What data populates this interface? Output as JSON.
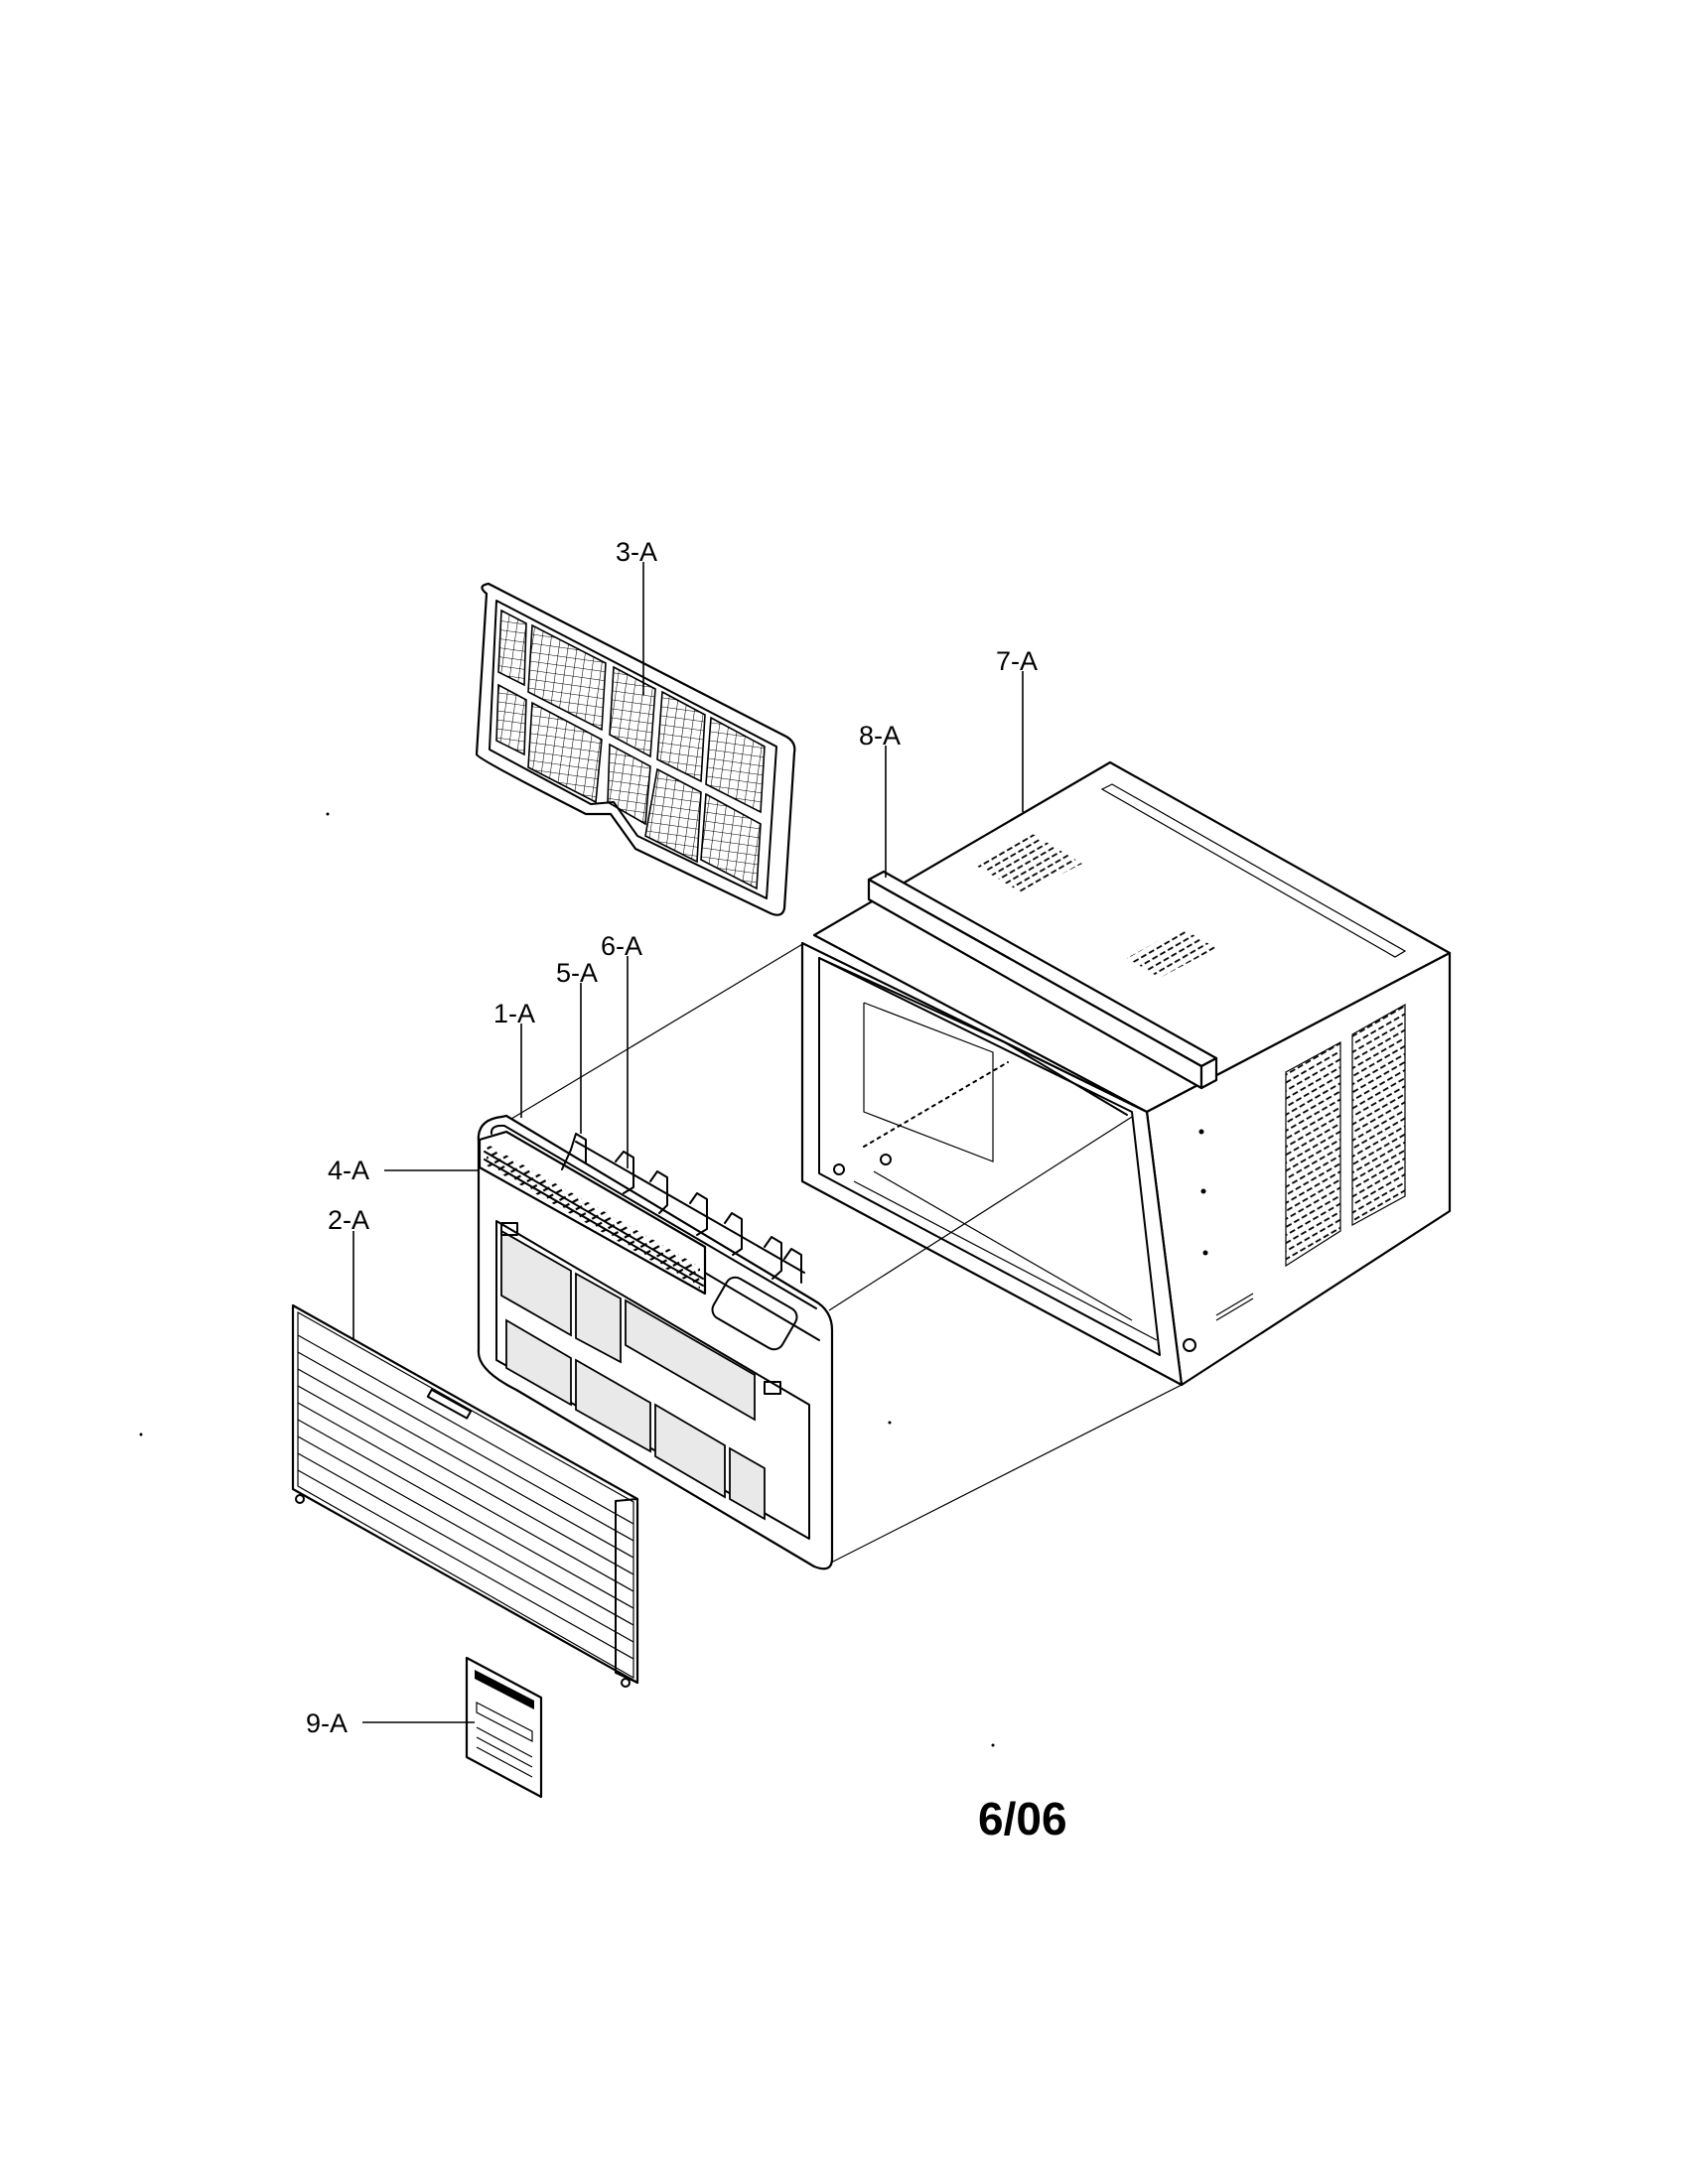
{
  "callouts": {
    "c3a": "3-A",
    "c7a": "7-A",
    "c8a": "8-A",
    "c6a": "6-A",
    "c5a": "5-A",
    "c1a": "1-A",
    "c4a": "4-A",
    "c2a": "2-A",
    "c9a": "9-A"
  },
  "date_code": "6/06"
}
